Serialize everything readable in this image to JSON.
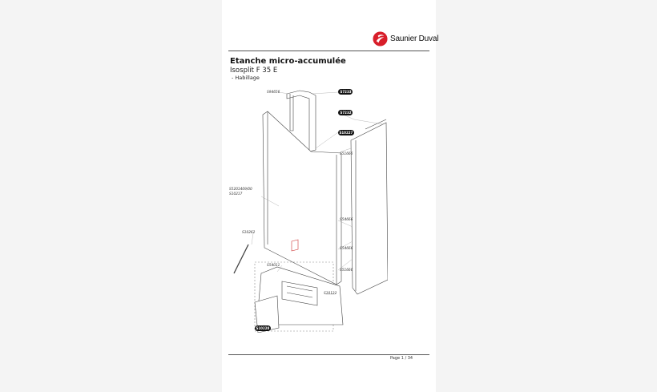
{
  "brand": {
    "name": "Saunier Duval",
    "accent": "#d81e2a"
  },
  "document": {
    "title": "Etanche micro-accumulée",
    "subtitle": "Isosplit F 35 E",
    "section": "- Habillage",
    "footer": "Page 1 / 34"
  },
  "parts": {
    "p1": "S94656",
    "p2": "S7233",
    "p3": "S7232",
    "p4": "S10227",
    "p5": "S51666",
    "p6": "S5201409/00",
    "p7": "S10217",
    "p8": "S10262",
    "p9": "S54666",
    "p10": "S54666",
    "p11": "S51666",
    "p12": "S54011",
    "p13": "S10122",
    "p14": "S10228"
  }
}
